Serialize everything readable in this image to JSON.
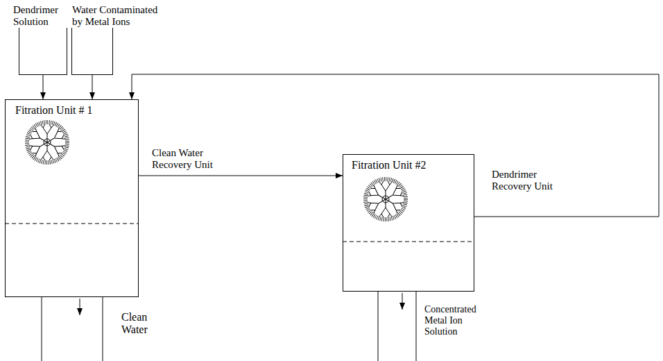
{
  "diagram": {
    "nodes": [
      {
        "text": [
          "Dendrimer Solution"
        ]
      },
      {
        "text": [
          "Water Contaminated by Metal Ions"
        ]
      },
      {
        "text": [
          "Fitration Unit # 1",
          "Clean Water Recovery Unit"
        ]
      },
      {
        "text": [
          "Fitration Unit #2",
          "Dendrimer Recovery Unit"
        ]
      }
    ],
    "edges": [
      {
        "from": 0,
        "to": 2,
        "arrow": "to"
      },
      {
        "from": 1,
        "to": 2,
        "arrow": "to"
      },
      {
        "from": 2,
        "to": 3,
        "arrow": "to"
      },
      {
        "from": 3,
        "to": 2,
        "arrow": "to"
      }
    ],
    "labels": [
      "Clean Water",
      "Concentrated Metal Ion Solution"
    ]
  }
}
